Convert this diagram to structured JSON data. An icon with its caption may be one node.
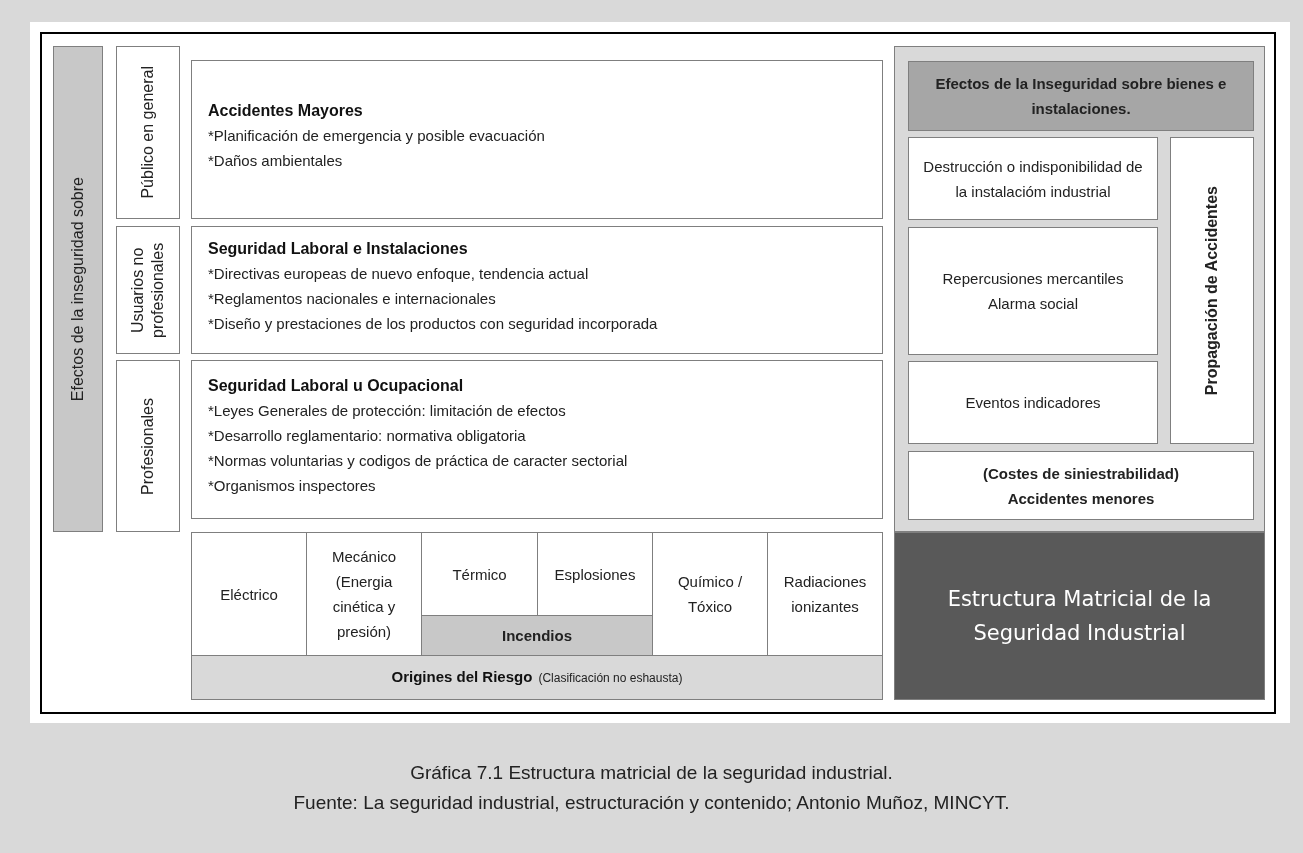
{
  "diagram": {
    "caption": "Gráfica 7.1 Estructura matricial de la seguridad industrial.",
    "nodes": [
      {
        "text": [
          "Efectos de la inseguridad sobre"
        ]
      },
      {
        "text": [
          "Público en general"
        ]
      },
      {
        "text": [
          "Usuarios no profesionales"
        ]
      },
      {
        "text": [
          "Profesionales"
        ]
      },
      {
        "text": [
          "Accidentes Mayores",
          "*Planificación de emergencia y posible evacuación",
          "*Daños ambientales"
        ]
      },
      {
        "text": [
          "Seguridad Laboral e Instalaciones",
          "*Directivas europeas de nuevo enfoque, tendencia actual",
          "*Reglamentos nacionales e internacionales",
          "*Diseño y prestaciones de los productos con seguridad incorporada"
        ]
      },
      {
        "text": [
          "Seguridad Laboral u Ocupacional",
          "*Leyes Generales de protección: limitación de efectos",
          "*Desarrollo reglamentario: normativa obligatoria",
          "*Normas voluntarias y codigos de práctica de caracter sectorial",
          "*Organismos inspectores"
        ]
      },
      {
        "text": [
          "Eléctrico"
        ]
      },
      {
        "text": [
          "Mecánico (Energia cinética y presión)"
        ]
      },
      {
        "text": [
          "Térmico"
        ]
      },
      {
        "text": [
          "Esplosiones"
        ]
      },
      {
        "text": [
          "Incendios"
        ]
      },
      {
        "text": [
          "Químico / Tóxico"
        ]
      },
      {
        "text": [
          "Radiaciones ionizantes"
        ]
      },
      {
        "text": [
          "Origines del Riesgo",
          "(Clasificación no eshausta)"
        ]
      },
      {
        "text": [],
        "shape": "box"
      },
      {
        "text": [
          "Efectos de la Inseguridad sobre bienes e instalaciones."
        ],
        "in": 15
      },
      {
        "text": [
          "Destrucción o indisponibilidad de la instalacióm industrial"
        ],
        "in": 15
      },
      {
        "text": [
          "Repercusiones mercantiles",
          "Alarma social"
        ],
        "in": 15
      },
      {
        "text": [
          "Eventos indicadores"
        ],
        "in": 15
      },
      {
        "text": [
          "Propagación de Accidentes"
        ],
        "in": 15
      },
      {
        "text": [
          "(Costes de siniestrabilidad)",
          "Accidentes menores"
        ],
        "in": 15
      },
      {
        "text": [
          "Estructura Matricial de la Seguridad Industrial"
        ]
      }
    ],
    "edges": [],
    "labels": [
      "Fuente: La seguridad industrial, estructuración y contenido; Antonio Muñoz, MINCYT."
    ]
  }
}
